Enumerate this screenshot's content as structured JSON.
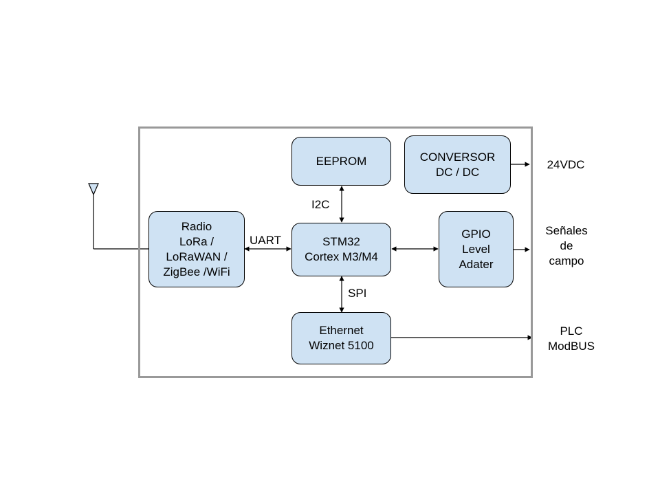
{
  "blocks": {
    "eeprom": [
      "EEPROM"
    ],
    "conversor": [
      "CONVERSOR",
      "DC / DC"
    ],
    "radio": [
      "Radio",
      "LoRa /",
      "LoRaWAN /",
      "ZigBee /WiFi"
    ],
    "mcu": [
      "STM32",
      "Cortex M3/M4"
    ],
    "gpio": [
      "GPIO",
      "Level",
      "Adater"
    ],
    "ethernet": [
      "Ethernet",
      "Wiznet 5100"
    ]
  },
  "links": {
    "i2c": "I2C",
    "uart": "UART",
    "spi": "SPI"
  },
  "outputs": {
    "power": [
      "24VDC"
    ],
    "field_signals": [
      "Señales",
      "de",
      "campo"
    ],
    "plc": [
      "PLC",
      "ModBUS"
    ]
  },
  "colors": {
    "block_fill": "#cfe2f3",
    "frame": "#999999",
    "line": "#000000"
  }
}
